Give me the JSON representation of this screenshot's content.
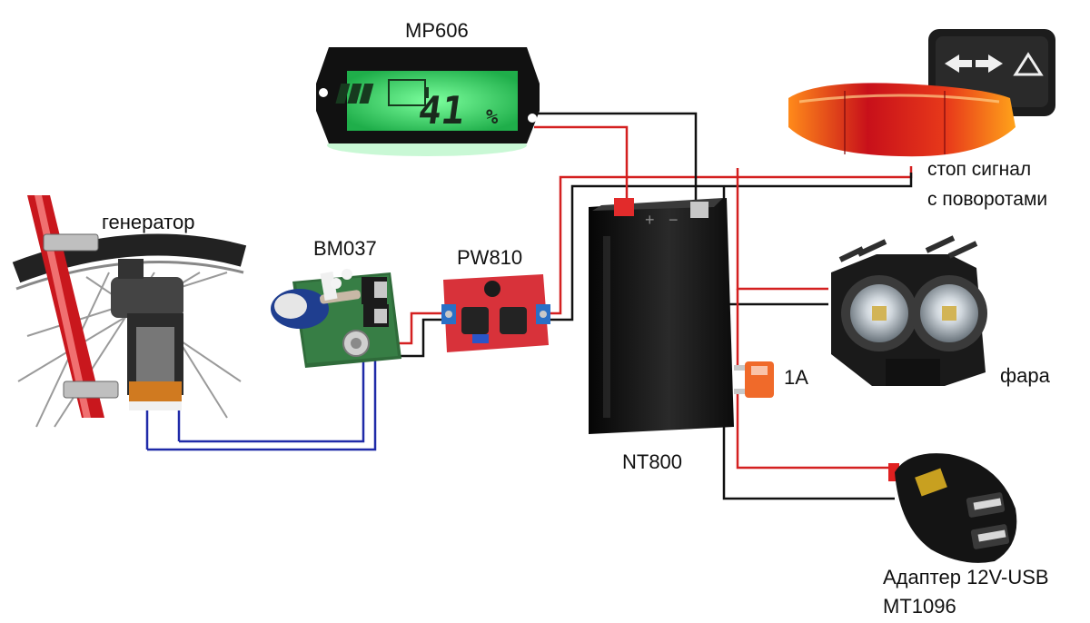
{
  "labels": {
    "mp606": "MP606",
    "generator": "генератор",
    "bm037": "BM037",
    "pw810": "PW810",
    "nt800": "NT800",
    "brake_line1": "стоп сигнал",
    "brake_line2": "с поворотами",
    "headlight": "фара",
    "fuse": "1A",
    "adapter_line1": "Адаптер 12V-USB",
    "adapter_line2": "MT1096"
  },
  "lcd": {
    "percent": "41",
    "unit": "%"
  },
  "colors": {
    "wire_positive": "#d42020",
    "wire_negative": "#111111",
    "wire_generator": "#1f2aa8",
    "lcd_green": "#39d36a",
    "board_green": "#2f6b3a",
    "board_red": "#d8323a",
    "battery_black": "#1a1a1a",
    "fuse_orange": "#f06a2a",
    "frame_red": "#c9171d"
  },
  "icons": {
    "tail_light_remote": [
      "arrow-left-icon",
      "arrow-right-icon",
      "hazard-triangle-icon"
    ]
  }
}
